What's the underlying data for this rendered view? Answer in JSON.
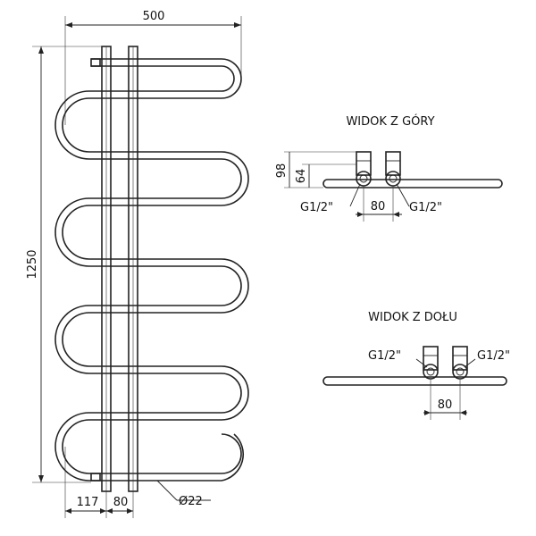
{
  "front_view": {
    "width_label": "500",
    "height_label": "1250",
    "left_offset_label": "117",
    "pipe_spacing_label": "80",
    "diameter_label": "Ø22"
  },
  "top_view": {
    "title": "WIDOK Z GÓRY",
    "height_total_label": "98",
    "height_inner_label": "64",
    "spacing_label": "80",
    "connection_left_label": "G1/2\"",
    "connection_right_label": "G1/2\""
  },
  "bottom_view": {
    "title": "WIDOK Z DOŁU",
    "spacing_label": "80",
    "connection_left_label": "G1/2\"",
    "connection_right_label": "G1/2\""
  }
}
